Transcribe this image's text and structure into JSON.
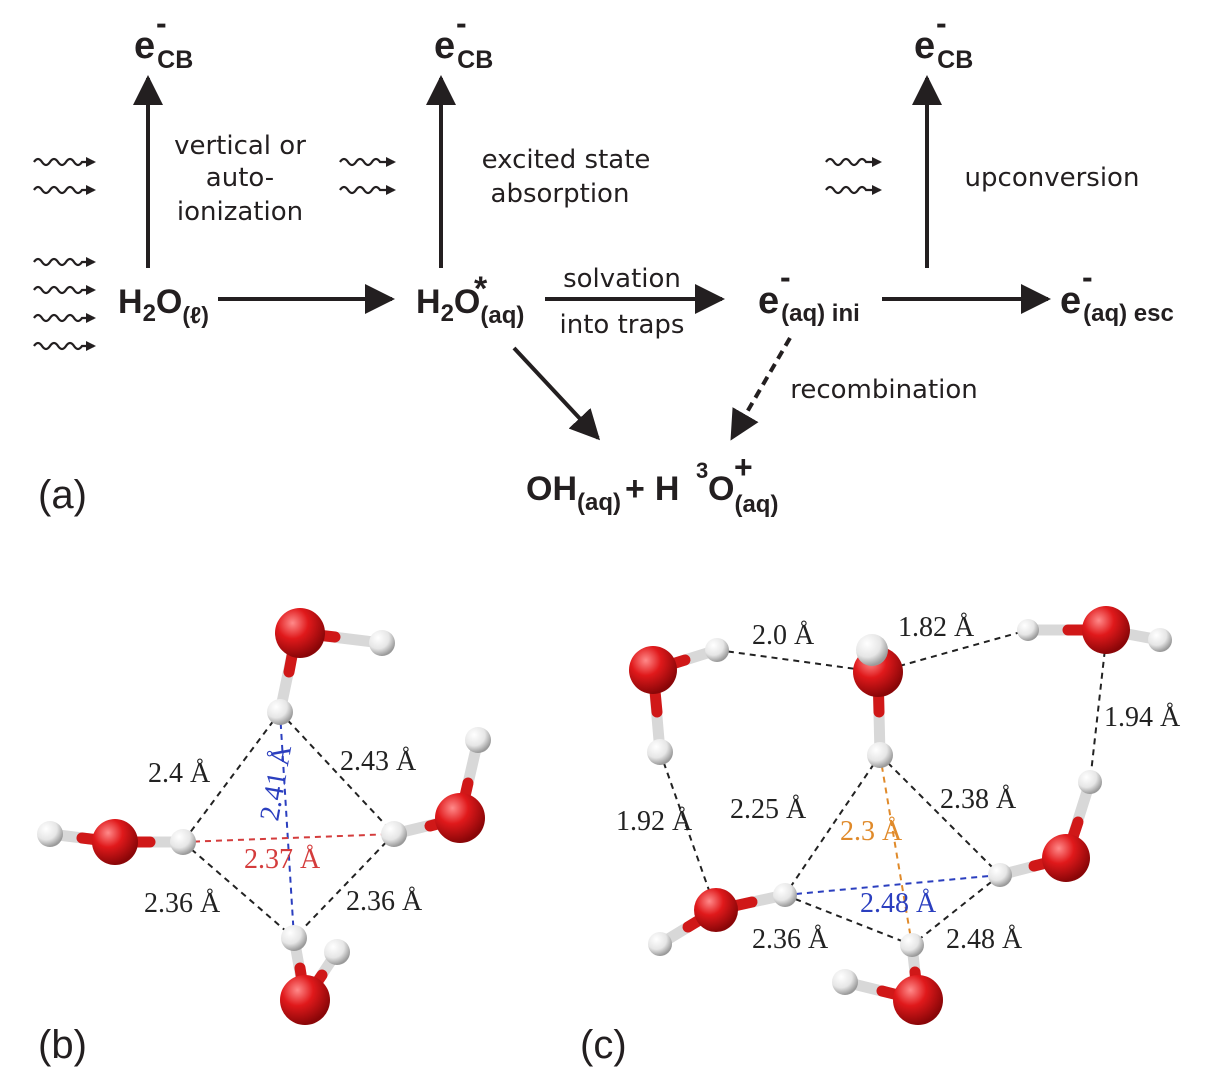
{
  "panel_a": {
    "panel_label": "(a)",
    "species": {
      "e_cb": {
        "base": "e",
        "sup": "-",
        "sub": "CB"
      },
      "h2o_l": {
        "h": "H",
        "two": "2",
        "o": "O",
        "sub": "(ℓ)"
      },
      "h2o_star": {
        "h": "H",
        "two": "2",
        "o": "O",
        "sup": "*",
        "sub": "(aq)"
      },
      "e_ini": {
        "base": "e",
        "sup": "-",
        "sub": "(aq) ini"
      },
      "e_esc": {
        "base": "e",
        "sup": "-",
        "sub": "(aq) esc"
      },
      "products": {
        "oh": "OH",
        "oh_sub": "(aq)",
        "plus": "+",
        "h": "H",
        "h_sup": "3",
        "o": "O",
        "o_sup": "+",
        "o_sub": "(aq)"
      }
    },
    "labels": {
      "vertical_1": "vertical or",
      "vertical_2": "auto-",
      "vertical_3": "ionization",
      "excited_1": "excited state",
      "excited_2": "absorption",
      "upconversion": "upconversion",
      "solvation": "solvation",
      "into_traps": "into traps",
      "recombination": "recombination"
    }
  },
  "panel_b": {
    "panel_label": "(b)",
    "distances": {
      "d1": "2.4 Å",
      "d2": "2.43 Å",
      "d3": "2.41 Å",
      "d4": "2.37 Å",
      "d5": "2.36 Å",
      "d6": "2.36 Å"
    }
  },
  "panel_c": {
    "panel_label": "(c)",
    "distances": {
      "d1": "2.0 Å",
      "d2": "1.82 Å",
      "d3": "1.94 Å",
      "d4": "1.92 Å",
      "d5": "2.25 Å",
      "d6": "2.3 Å",
      "d7": "2.38 Å",
      "d8": "2.48 Å",
      "d9": "2.36 Å",
      "d10": "2.48 Å"
    }
  },
  "colors": {
    "ink": "#231f20",
    "oxygen": "#e0191b",
    "hydrogen": "#e8e8e8",
    "blue": "#2b3fbf",
    "red": "#d43c3c",
    "orange": "#e08a2a"
  }
}
